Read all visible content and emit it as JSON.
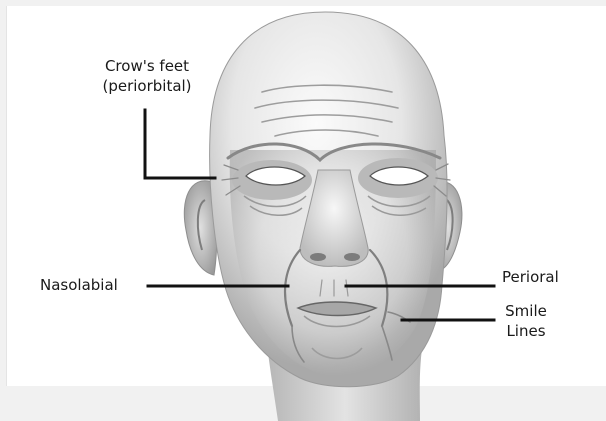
{
  "labels": {
    "crows_feet_line1": "Crow's feet",
    "crows_feet_line2": "(periorbital)",
    "nasolabial": "Nasolabial",
    "perioral": "Perioral",
    "smile_line1": "Smile",
    "smile_line2": "Lines"
  },
  "colors": {
    "background": "#f1f1f1",
    "panel": "#ffffff",
    "skin_light": "#f4f4f4",
    "skin_mid": "#cfcfcf",
    "skin_dark": "#8a8a8a",
    "leader_line": "#111111",
    "text": "#1a1a1a"
  }
}
